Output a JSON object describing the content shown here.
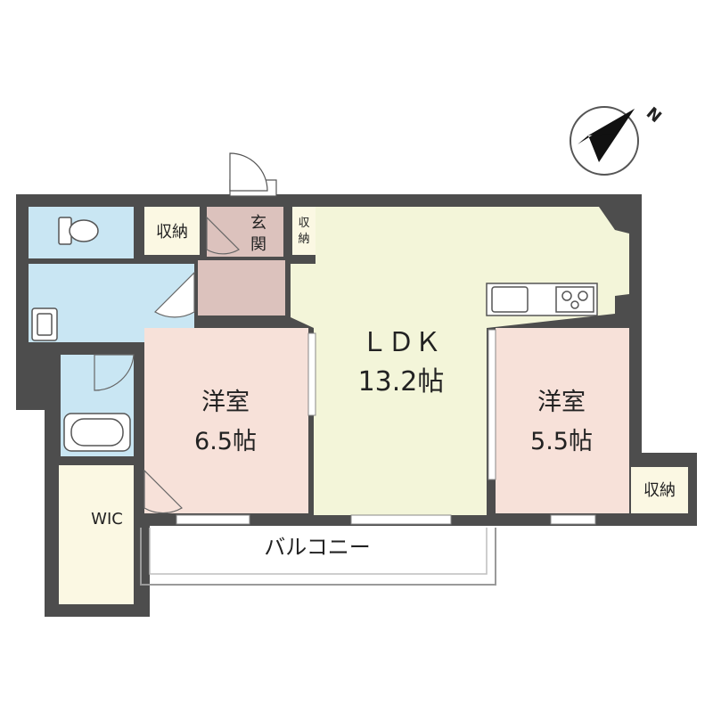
{
  "colors": {
    "wall": "#4d4d4d",
    "wet_area": "#c9e6f3",
    "ldk": "#f3f5d9",
    "bedroom": "#f7e1d9",
    "entrance": "#dcc2bd",
    "storage": "#fbf8e3",
    "balcony": "#ffffff"
  },
  "rooms": {
    "ldk": {
      "name": "ＬＤＫ",
      "size": "13.2帖"
    },
    "western_left": {
      "name": "洋室",
      "size": "6.5帖"
    },
    "western_right": {
      "name": "洋室",
      "size": "5.5帖"
    },
    "entrance": {
      "line1": "玄",
      "line2": "関"
    },
    "storage_top": "収納",
    "storage_small": {
      "line1": "収",
      "line2": "納"
    },
    "storage_right": "収納",
    "wic": "WIC",
    "balcony": "バルコニー"
  },
  "compass": {
    "label": "N",
    "icon": "north-arrow-icon"
  }
}
